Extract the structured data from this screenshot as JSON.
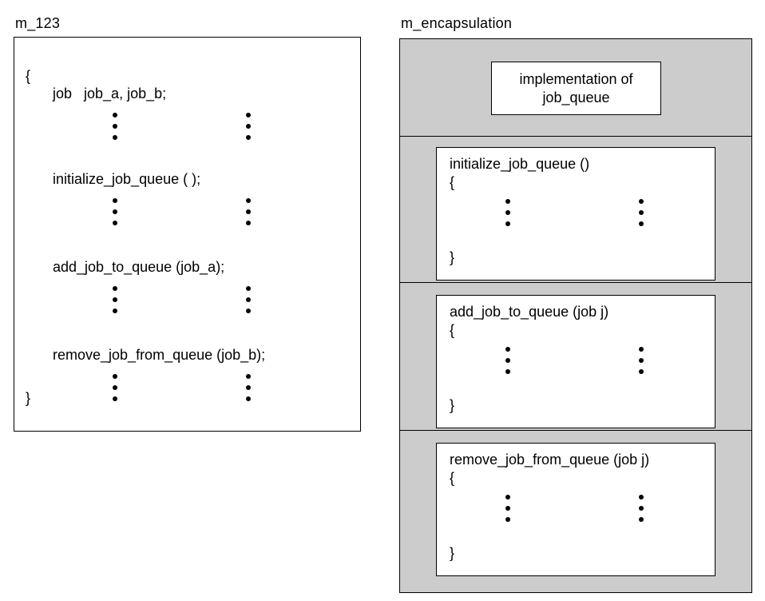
{
  "diagram": {
    "title_left": "m_123",
    "title_right": "m_encapsulation",
    "ellipsis_glyph": "vertical-ellipsis"
  },
  "client_module": {
    "caption": "m_123",
    "open_brace": "{",
    "close_brace": "}",
    "lines": [
      {
        "text": "job   job_a, job_b;"
      },
      {
        "text": "initialize_job_queue ( );"
      },
      {
        "text": "add_job_to_queue (job_a);"
      },
      {
        "text": "remove_job_from_queue (job_b);"
      }
    ]
  },
  "encapsulation_module": {
    "caption": "m_encapsulation",
    "panel_color": "#cccccc",
    "border_color": "#000000",
    "implementation_box": {
      "text": "implementation of\njob_queue"
    },
    "functions": [
      {
        "signature": "initialize_job_queue ()",
        "open_brace": "{",
        "close_brace": "}"
      },
      {
        "signature": "add_job_to_queue (job j)",
        "open_brace": "{",
        "close_brace": "}"
      },
      {
        "signature": "remove_job_from_queue (job j)",
        "open_brace": "{",
        "close_brace": "}"
      }
    ]
  }
}
